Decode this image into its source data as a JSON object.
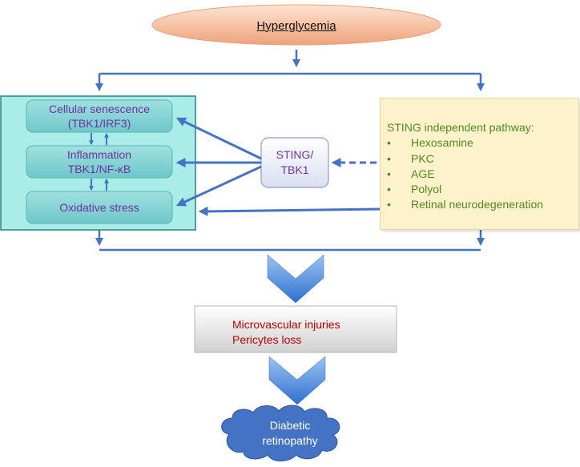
{
  "hyperglycemia": {
    "label": "Hyperglycemia"
  },
  "left_panel": {
    "senescence": {
      "line1": "Cellular senescence",
      "line2": "(TBK1/IRF3)"
    },
    "inflammation": {
      "line1": "Inflammation",
      "line2": "TBK1/NF-κB"
    },
    "oxidative": {
      "line1": "Oxidative stress"
    }
  },
  "sting": {
    "line1": "STING/",
    "line2": "TBK1"
  },
  "right_panel": {
    "title": "STING independent pathway:",
    "bullet": "•",
    "items": [
      "Hexosamine",
      "PKC",
      "AGE",
      "Polyol",
      "Retinal neurodegeneration"
    ]
  },
  "outcome": {
    "line1": "Microvascular injuries",
    "line2": "Pericytes loss"
  },
  "result": {
    "line1": "Diabetic",
    "line2": "retinopathy"
  },
  "colors": {
    "arrow": "#4472c4",
    "left_panel_bg": "#a9ece8",
    "sub_box": "#7fd3d3",
    "purple_text": "#7030a0",
    "green_text": "#4e8a1e",
    "red_text": "#c00000",
    "ellipse": "#f7c4a6",
    "cloud": "#4472c4"
  }
}
